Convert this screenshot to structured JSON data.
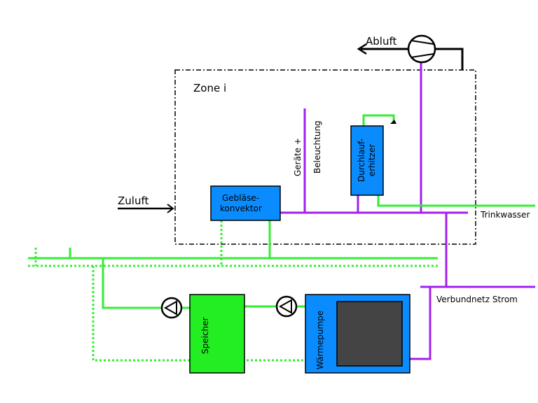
{
  "labels": {
    "abluft": "Abluft",
    "zone": "Zone i",
    "zuluft": "Zuluft",
    "geraete_line1": "Geräte +",
    "geraete_line2": "Beleuchtung",
    "durchlauf_line1": "Durchlauf-",
    "durchlauf_line2": "erhitzer",
    "geblaese_line1": "Gebläse-",
    "geblaese_line2": "konvektor",
    "trinkwasser": "Trinkwasser",
    "verbundnetz": "Verbundnetz Strom",
    "speicher": "Speicher",
    "waermepumpe": "Wärmepumpe"
  },
  "colors": {
    "electric": "#a020f0",
    "water": "#33ee33",
    "component_blue": "#0a8cff",
    "storage_green": "#22ee22",
    "heatpump_core": "#444444",
    "outline": "#000000"
  },
  "icons": {
    "fan": "fan-icon",
    "pump": "pump-icon"
  }
}
